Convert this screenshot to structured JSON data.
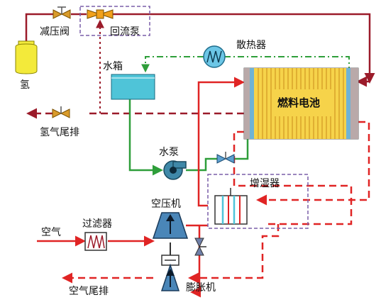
{
  "labels": {
    "hydrogen": "氢",
    "pressure_valve": "减压阀",
    "recirc_pump": "回流泵",
    "radiator": "散热器",
    "water_tank": "水箱",
    "fuel_cell": "燃料电池",
    "h2_exhaust": "氢气尾排",
    "water_pump": "水泵",
    "humidifier": "增湿器",
    "air_in": "空气",
    "filter": "过滤器",
    "compressor": "空压机",
    "air_exhaust": "空气尾排",
    "expander": "膨胀机"
  },
  "colors": {
    "hydrogen_line": "#9b1b2a",
    "air_line": "#e02424",
    "coolant_line": "#2e9e3a",
    "tank_fill": "#4fc4d8",
    "cylinder_fill": "#f3ea3a",
    "stack_fill": "#f6d34a",
    "machine_fill": "#4a86b8",
    "dash_box": "#7a5ea8"
  }
}
